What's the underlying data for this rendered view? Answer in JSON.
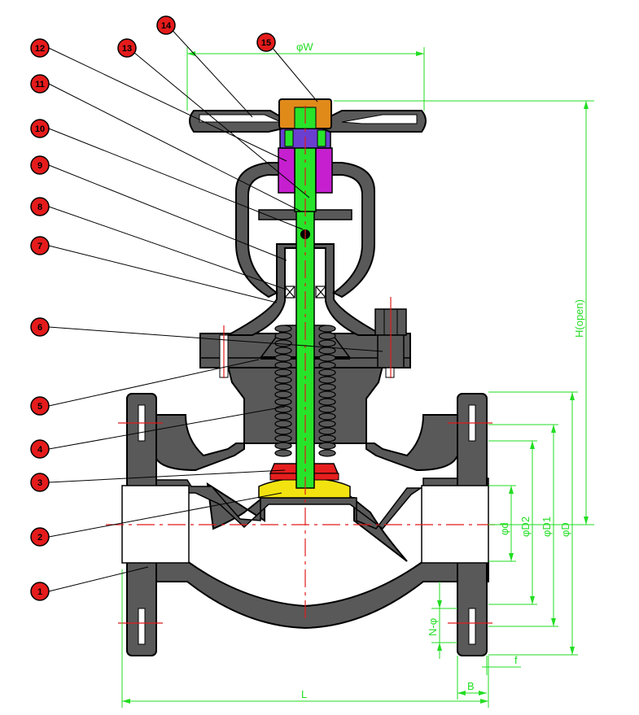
{
  "callouts": [
    {
      "num": "1"
    },
    {
      "num": "2"
    },
    {
      "num": "3"
    },
    {
      "num": "4"
    },
    {
      "num": "5"
    },
    {
      "num": "6"
    },
    {
      "num": "7"
    },
    {
      "num": "8"
    },
    {
      "num": "9"
    },
    {
      "num": "10"
    },
    {
      "num": "11"
    },
    {
      "num": "12"
    },
    {
      "num": "13"
    },
    {
      "num": "14"
    },
    {
      "num": "15"
    }
  ],
  "dimensions": {
    "w": "φW",
    "h_open": "H(open)",
    "d_small": "φd",
    "d2": "φD2",
    "d1": "φD1",
    "d": "φD",
    "n_phi": "N-φ",
    "f": "f",
    "b": "B",
    "l": "L"
  },
  "colors": {
    "body": "#595959",
    "outline": "#000000",
    "stem": "#27e32a",
    "disc": "#f2e310",
    "seat": "#e61e1e",
    "nut": "#e08a1a",
    "bushing": "#c51fcf",
    "gland": "#6a3fd0",
    "callout": "#e51b1b",
    "dim": "#22dd22",
    "center": "#e21b1b"
  }
}
